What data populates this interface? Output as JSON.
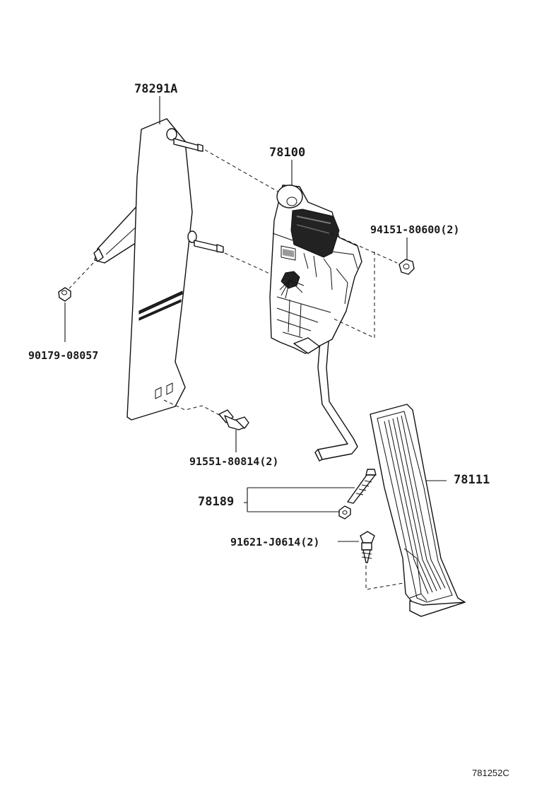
{
  "parts": {
    "bracket": "78291A",
    "pedal_sensor_assy": "78100",
    "nut_upper": "94151-80600(2)",
    "nut_left": "90179-08057",
    "bolt_bracket": "91551-80814(2)",
    "stopper_set": "78189",
    "pedal_pad": "78111",
    "screw_pad": "91621-J0614(2)"
  },
  "reference_code": "781252C"
}
